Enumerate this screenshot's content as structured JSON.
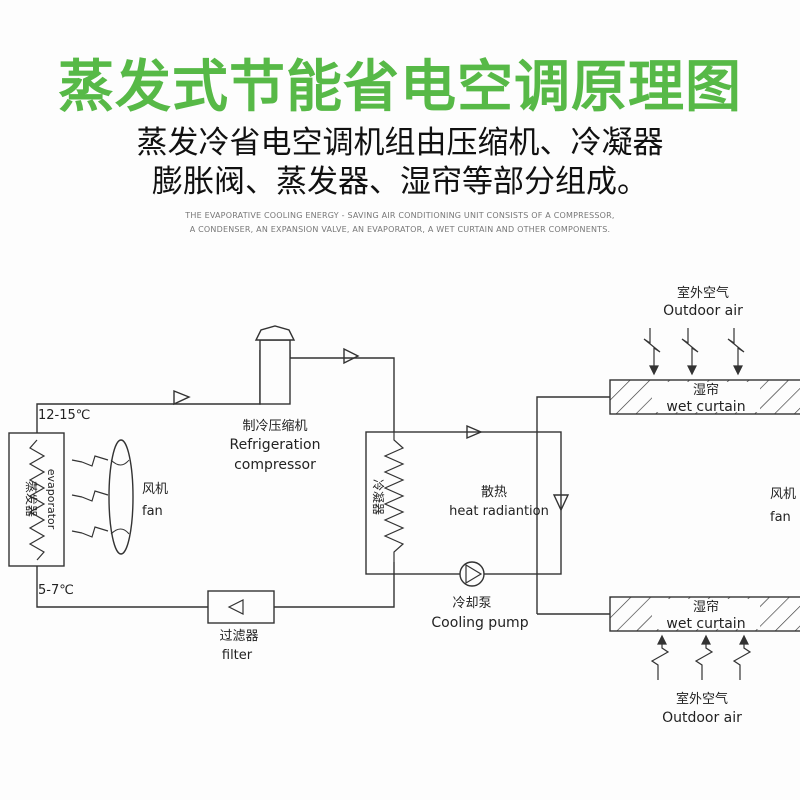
{
  "colors": {
    "title": "#57b947",
    "line": "#333333",
    "text": "#222222",
    "desc": "#777777"
  },
  "header": {
    "title": "蒸发式节能省电空调原理图",
    "subtitle_lines": [
      "蒸发冷省电空调机组由压缩机、冷凝器",
      "膨胀阀、蒸发器、湿帘等部分组成。"
    ],
    "english_lines": [
      "THE EVAPORATIVE COOLING ENERGY - SAVING AIR CONDITIONING UNIT CONSISTS OF A COMPRESSOR,",
      "A CONDENSER, AN EXPANSION VALVE, AN EVAPORATOR, A WET CURTAIN AND OTHER COMPONENTS."
    ]
  },
  "diagram": {
    "temp_high": "12-15℃",
    "temp_low": "5-7℃",
    "evaporator": {
      "cn": "蒸发器",
      "en": "evaporator"
    },
    "fan_left": {
      "cn": "风机",
      "en": "fan"
    },
    "compressor": {
      "cn": "制冷压缩机",
      "en1": "Refrigeration",
      "en2": "compressor"
    },
    "condenser": {
      "cn": "冷凝器"
    },
    "heat": {
      "cn": "散热",
      "en": "heat  radiantion"
    },
    "pump": {
      "cn": "冷却泵",
      "en": "Cooling  pump"
    },
    "filter": {
      "cn": "过滤器",
      "en": "filter"
    },
    "fan_right": {
      "cn": "风机",
      "en": "fan"
    },
    "wet_curtain_top": {
      "cn": "湿帘",
      "en": "wet curtain"
    },
    "wet_curtain_bottom": {
      "cn": "湿帘",
      "en": "wet curtain"
    },
    "outdoor_top": {
      "cn": "室外空气",
      "en": "Outdoor  air"
    },
    "outdoor_bottom": {
      "cn": "室外空气",
      "en": "Outdoor  air"
    }
  }
}
